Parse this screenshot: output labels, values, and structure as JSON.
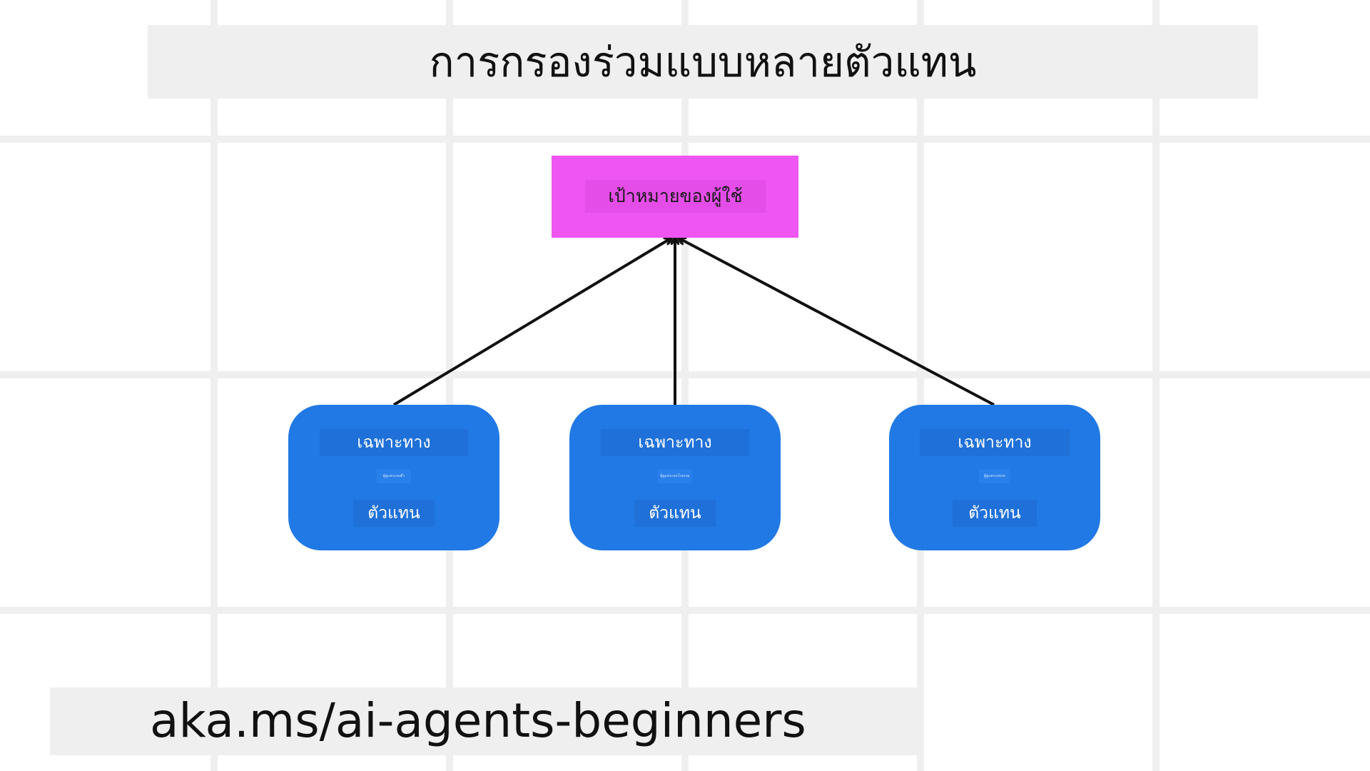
{
  "title": "การกรองร่วมแบบหลายตัวแทน",
  "goal": {
    "label": "เป้าหมายของผู้ใช้"
  },
  "agents": [
    {
      "top_label": "เฉพาะทาง",
      "mid_label": "ผู้ดูแลระบบตั๋ว",
      "bottom_label": "ตัวแทน"
    },
    {
      "top_label": "เฉพาะทาง",
      "mid_label": "ผู้ดูแลระบบโรงแรม",
      "bottom_label": "ตัวแทน"
    },
    {
      "top_label": "เฉพาะทาง",
      "mid_label": "ผู้ดูแลระบบรถ",
      "bottom_label": "ตัวแทน"
    }
  ],
  "footer": {
    "url": "aka.ms/ai-agents-beginners"
  },
  "colors": {
    "goal_fill": "#ee55f2",
    "agent_fill": "#2179e5",
    "arrow": "#111111",
    "band": "#efefef",
    "grid": "#efefef"
  }
}
